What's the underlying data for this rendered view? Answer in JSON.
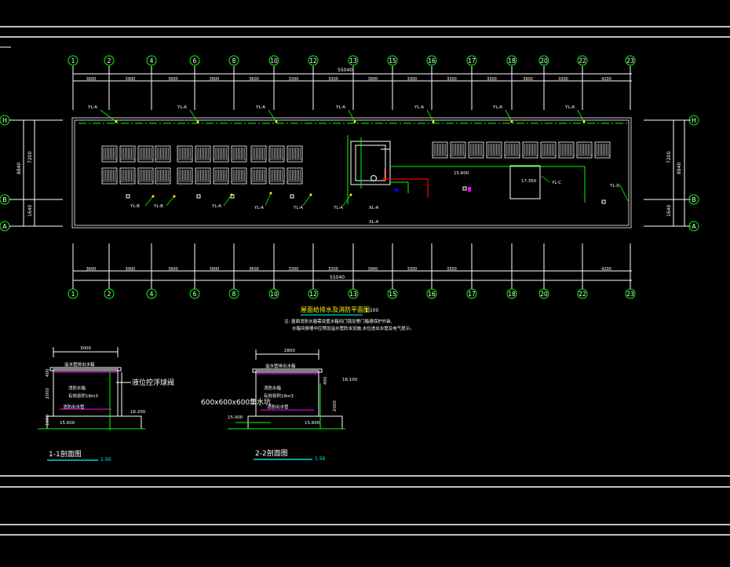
{
  "axes": {
    "top_labels": [
      "1",
      "2",
      "4",
      "6",
      "8",
      "10",
      "12",
      "13",
      "15",
      "16",
      "17",
      "18",
      "20",
      "22",
      "23"
    ],
    "bottom_labels": [
      "1",
      "2",
      "4",
      "6",
      "8",
      "10",
      "12",
      "13",
      "15",
      "16",
      "17",
      "18",
      "20",
      "22",
      "23"
    ],
    "row_labels": [
      "H",
      "B",
      "A"
    ]
  },
  "dims": {
    "top_total": "55040",
    "top_segments": [
      "3600",
      "3900",
      "3900",
      "3900",
      "3600",
      "3300",
      "3300",
      "3900",
      "3300",
      "3300",
      "3300",
      "3900",
      "3300",
      "4200"
    ],
    "bottom_total": "55040",
    "bottom_segments": [
      "3600",
      "3900",
      "3900",
      "3900",
      "3600",
      "3300",
      "3300",
      "3900",
      "3300",
      "3300",
      "4200"
    ],
    "left_total": "8840",
    "left_upper": "7200",
    "left_lower": "1640",
    "right_total": "8840",
    "right_upper": "7200",
    "right_lower": "1640"
  },
  "plan": {
    "title": "屋面给排水及消防平面图",
    "scale": "1:100",
    "note_1": "注: 屋面消防水箱需设置水箱间门锁及警门箱避保护外装,",
    "note_2": "水箱间侧墙中应预设溢水管防虫设施,水位进出水管及电气提示。",
    "tags": {
      "ylA": "YL-A",
      "ylB": "YL-B",
      "ylC": "YL-C",
      "ylD": "YL-D",
      "xlA": "XL-A"
    },
    "elev_1": "15.600",
    "elev_2": "17.350"
  },
  "section1": {
    "title": "1-1剖面图",
    "scale": "1:50",
    "width": "3000",
    "label_overflow": "溢水管排出水箱",
    "label_tank": "消防水箱",
    "label_cap": "有效容积18m3",
    "label_float": "液位控浮球阀",
    "label_bottom": "消防出水管",
    "elev_base": "15.600",
    "elev_top": "16.200",
    "dim_h1": "400",
    "dim_h2": "2000",
    "dim_h3": "1000"
  },
  "section2": {
    "title": "2-2剖面图",
    "scale": "1:50",
    "width": "2800",
    "label_overflow": "溢水管排出水箱",
    "label_tank": "消防水箱",
    "label_cap": "有效容积18m3",
    "label_bottom": "消防出水管",
    "label_box": "600x600x600集水坑",
    "elev_base": "15.600",
    "elev_left": "15.000",
    "elev_top": "18.100",
    "dim_h1": "400",
    "dim_h2": "2000"
  }
}
